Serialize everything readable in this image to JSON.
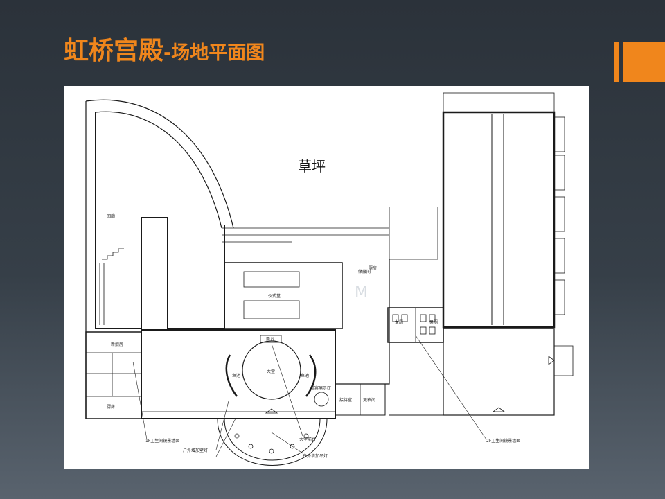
{
  "title": {
    "main": "虹桥宫殿",
    "sub": "-场地平面图"
  },
  "plan": {
    "lawn_label": "草坪",
    "watermark": "M",
    "room_labels": {
      "ceremony_hall": "仪式堂",
      "bride_room": "新娘房",
      "kitchen_left": "厨房",
      "kitchen_right": "厨房",
      "female_wc": "女厕",
      "male_wc": "男厕",
      "stage": "舞台",
      "grand_hall": "大堂",
      "fish_pond_left": "鱼池",
      "fish_pond_right": "鱼池",
      "display_hall": "婚宴展示厅",
      "reception_room": "接待室",
      "dressing_room": "更衣间",
      "corridor": "回廊",
      "side_room": "储藏间"
    },
    "callouts": {
      "wc_left": "1F卫生间镜景墙面",
      "wc_right": "2F卫生间镜景墙面",
      "outdoor_light_a": "户外增加壁灯",
      "outdoor_light_b": "户外增加吊灯",
      "hall_stage": "大堂前台"
    }
  },
  "colors": {
    "accent": "#f0861c",
    "title": "#f0861c",
    "background_top": "#2b323a",
    "background_bottom": "#59636e"
  }
}
